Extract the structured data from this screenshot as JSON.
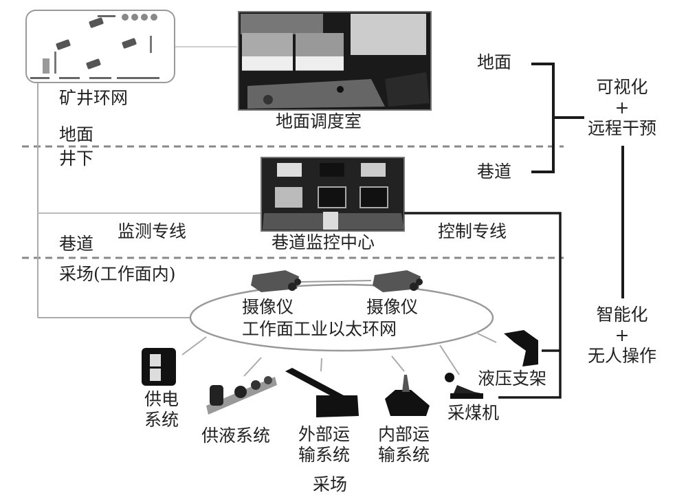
{
  "zones": {
    "surface_top": "地面",
    "underground": "井下",
    "roadway": "巷道",
    "face": "采场(工作面内)"
  },
  "nodes": {
    "mine_ring_network": "矿井环网",
    "surface_dispatch_room": "地面调度室",
    "roadway_monitoring_center": "巷道监控中心",
    "camera_1": "摄像仪",
    "camera_2": "摄像仪",
    "face_ethernet_ring": "工作面工业以太环网",
    "power_supply": "供电\n系统",
    "liquid_supply": "供液系统",
    "external_transport": "外部运\n输系统",
    "internal_transport": "内部运\n输系统",
    "shearer": "采煤机",
    "hydraulic_support": "液压支架"
  },
  "lines": {
    "monitoring_line": "监测专线",
    "control_line": "控制专线"
  },
  "bracket_right": {
    "top_label": "地面",
    "bottom_label": "巷道",
    "visualization": "可视化\n+\n远程干预",
    "intelligent": "智能化\n+\n无人操作"
  },
  "footer": {
    "caption": "采场"
  }
}
